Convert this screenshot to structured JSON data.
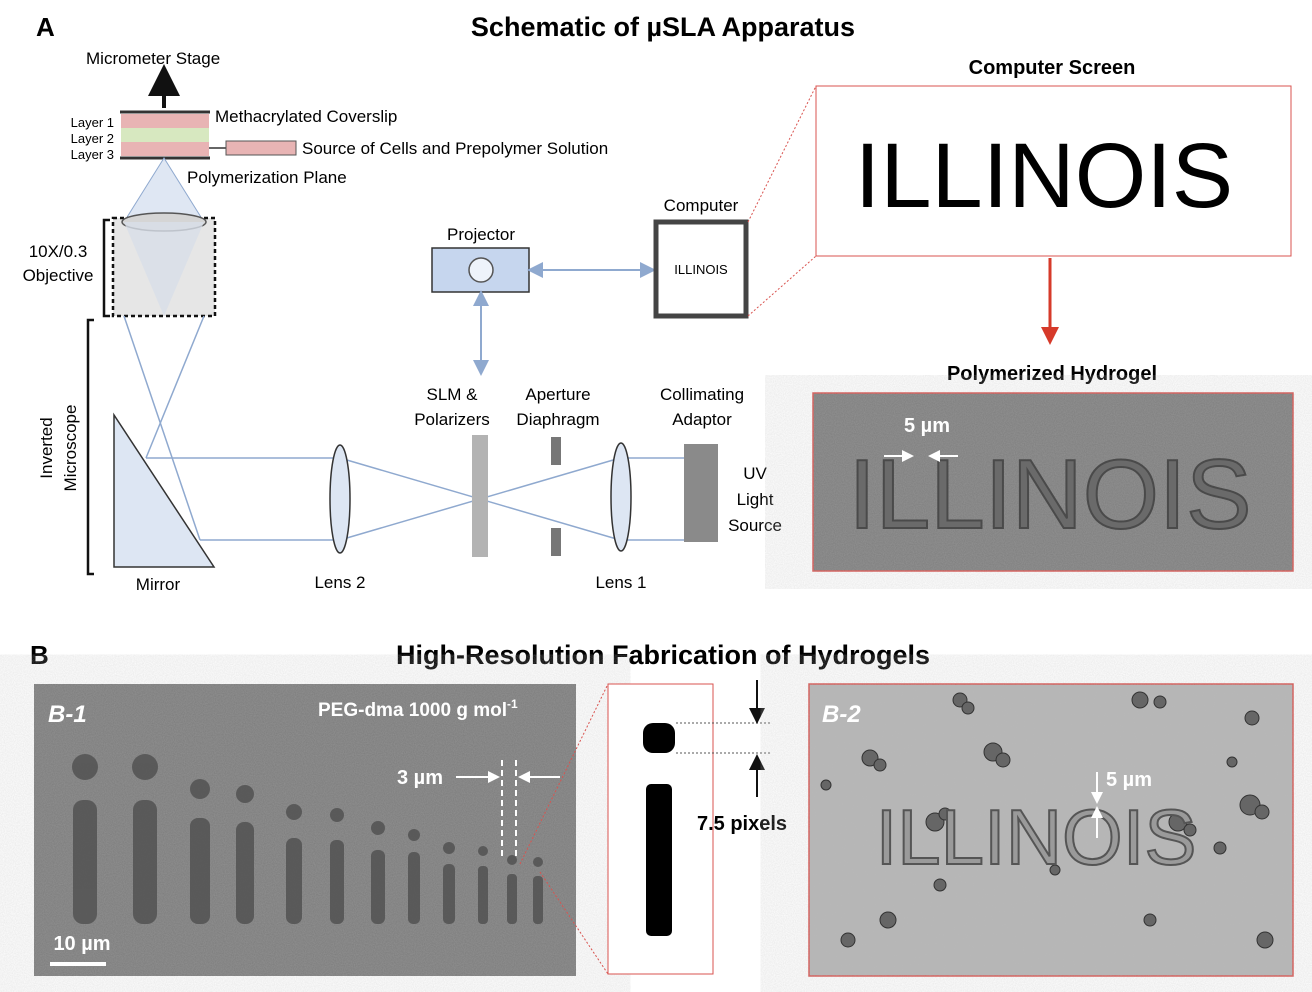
{
  "panel_a": {
    "letter": "A",
    "title": "Schematic of µSLA Apparatus",
    "labels": {
      "micrometer_stage": "Micrometer Stage",
      "layer1": "Layer 1",
      "layer2": "Layer 2",
      "layer3": "Layer 3",
      "coverslip": "Methacrylated Coverslip",
      "source": "Source of Cells and Prepolymer Solution",
      "polymerization_plane": "Polymerization Plane",
      "objective_1": "10X/0.3",
      "objective_2": "Objective",
      "inverted_1": "Inverted",
      "inverted_2": "Microscope",
      "mirror": "Mirror",
      "lens2": "Lens 2",
      "lens1": "Lens 1",
      "slm_1": "SLM &",
      "slm_2": "Polarizers",
      "aperture_1": "Aperture",
      "aperture_2": "Diaphragm",
      "collimating_1": "Collimating",
      "collimating_2": "Adaptor",
      "uv_1": "UV",
      "uv_2": "Light",
      "uv_3": "Source",
      "projector": "Projector",
      "computer": "Computer",
      "computer_screen_text": "ILLINOIS",
      "computer_screen_title": "Computer Screen",
      "big_screen_text": "ILLINOIS",
      "hydrogel_title": "Polymerized Hydrogel",
      "hydrogel_text": "ILLINOIS",
      "hydrogel_scale": "5 µm"
    }
  },
  "panel_b": {
    "letter": "B",
    "title": "High-Resolution Fabrication of Hydrogels",
    "b1": {
      "label": "B-1",
      "material": "PEG-dma 1000 g mol",
      "material_sup": "-1",
      "width_label": "3 µm",
      "scale_bar": "10 µm"
    },
    "zoom": {
      "pixels_label": "7.5 pixels"
    },
    "b2": {
      "label": "B-2",
      "text": "ILLINOIS",
      "scale": "5 µm"
    }
  },
  "colors": {
    "frame_red": "#d9534f",
    "arrow_red": "#d63a2a",
    "beam_blue": "#8fa9cf",
    "layer_pink": "#e8b4b4",
    "layer_green": "#d7e8c0",
    "projector_fill": "#c6d6ee",
    "micrograph_gray": "#7d7d7d"
  }
}
